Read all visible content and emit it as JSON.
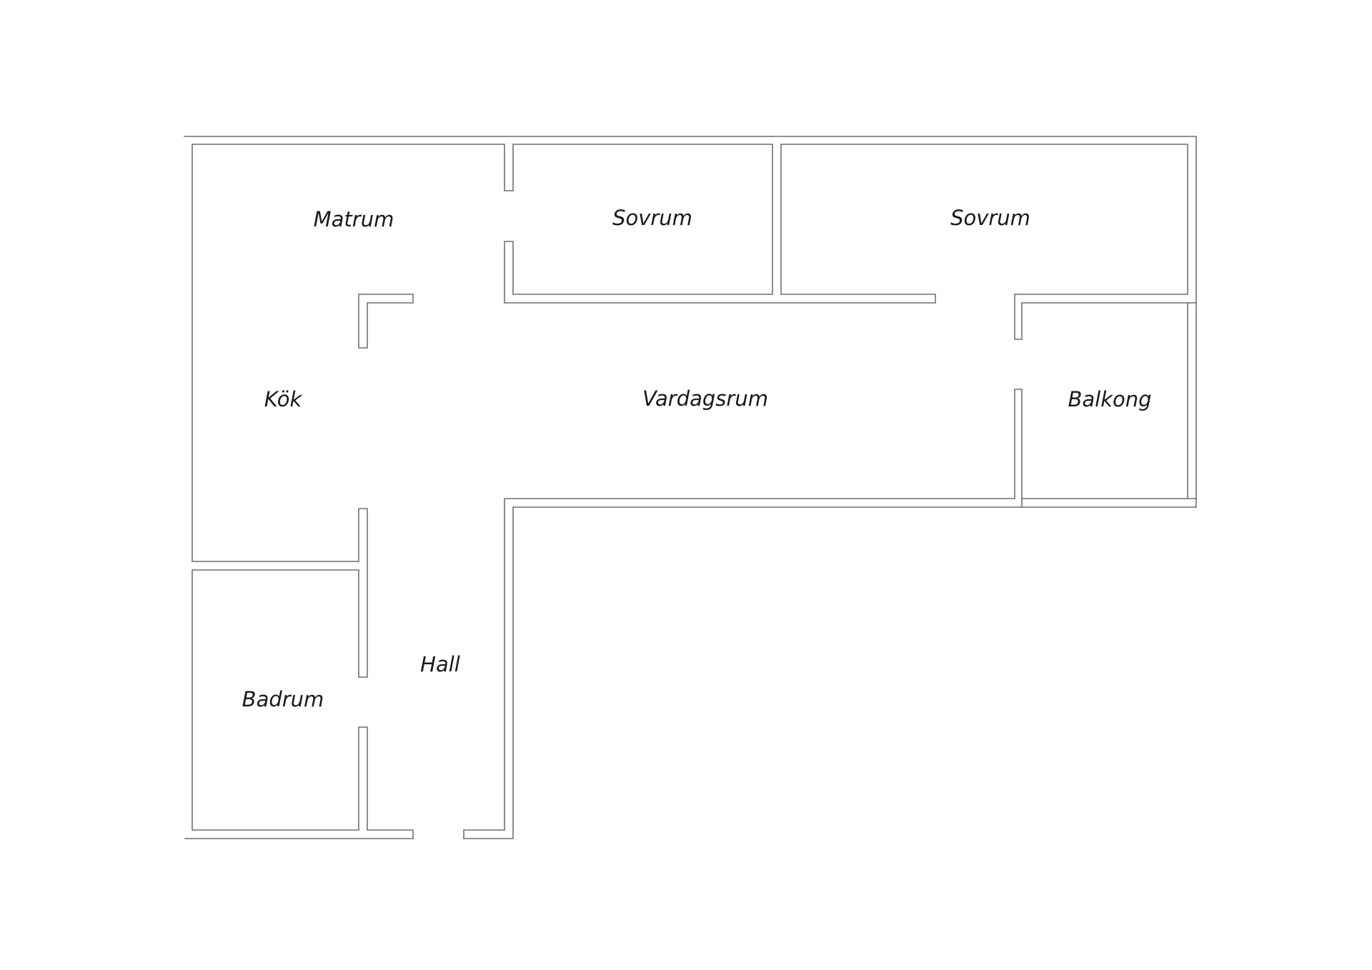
{
  "rooms": {
    "matrum": "Matrum",
    "sovrum_1": "Sovrum",
    "sovrum_2": "Sovrum",
    "kok": "Kök",
    "vardagsrum": "Vardagsrum",
    "balkong": "Balkong",
    "hall": "Hall",
    "badrum": "Badrum"
  }
}
